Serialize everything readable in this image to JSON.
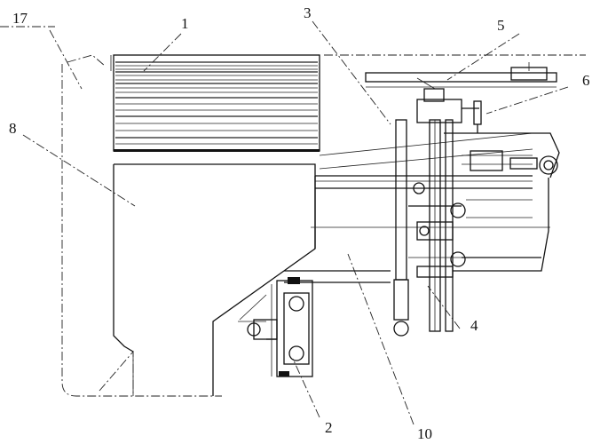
{
  "figure": {
    "labels": [
      "17",
      "1",
      "3",
      "5",
      "6",
      "8",
      "4",
      "2",
      "10"
    ]
  }
}
